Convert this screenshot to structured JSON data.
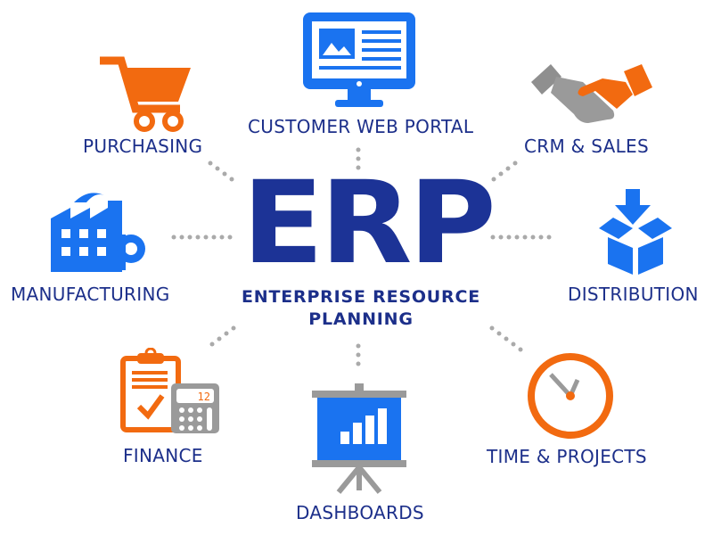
{
  "center": {
    "title": "ERP",
    "subtitle_line1": "ENTERPRISE RESOURCE",
    "subtitle_line2": "PLANNING"
  },
  "modules": {
    "customer_web_portal": "CUSTOMER WEB PORTAL",
    "purchasing": "PURCHASING",
    "crm_sales": "CRM & SALES",
    "manufacturing": "MANUFACTURING",
    "distribution": "DISTRIBUTION",
    "finance": "FINANCE",
    "dashboards": "DASHBOARDS",
    "time_projects": "TIME & PROJECTS"
  },
  "calculator_display": "12",
  "colors": {
    "navy": "#1c3396",
    "blue": "#1a73f0",
    "orange": "#f26a10",
    "gray": "#9a9a9a",
    "dots": "#aaaaaa"
  }
}
